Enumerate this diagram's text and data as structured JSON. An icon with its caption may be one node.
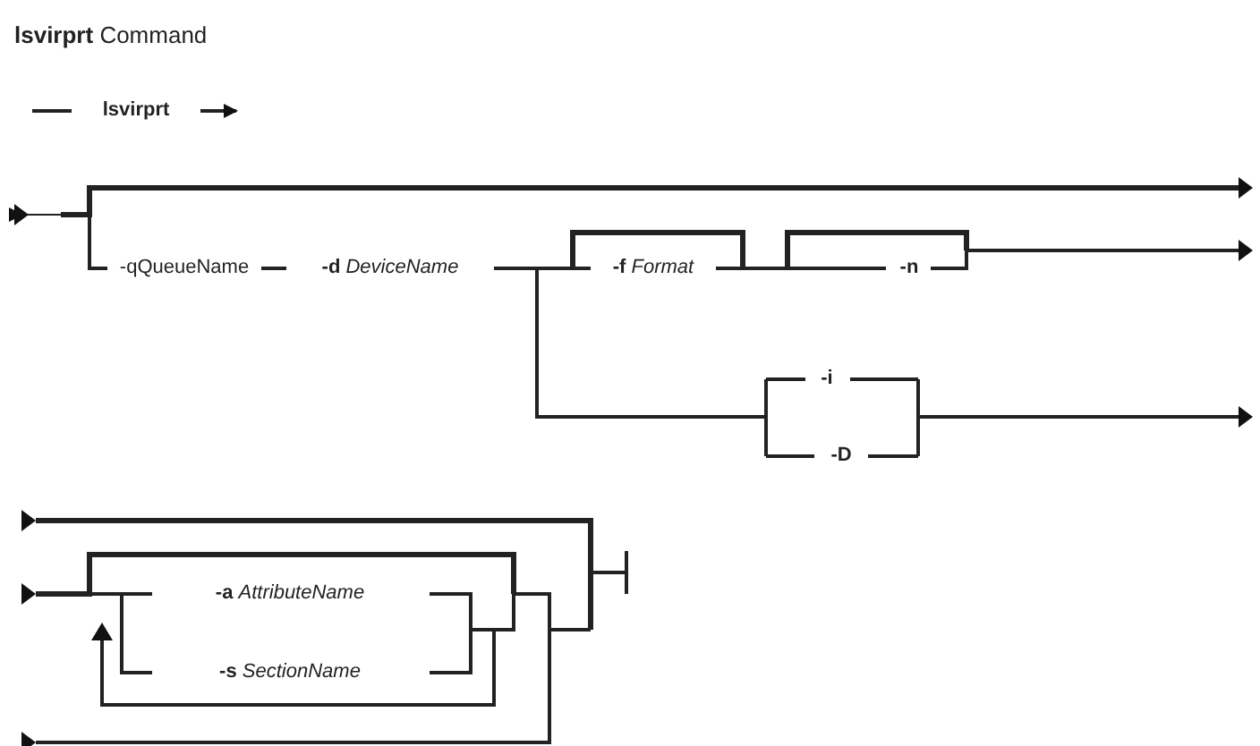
{
  "diagram": {
    "title": "**lsvirprt** Command",
    "labels": [
      "lsvirprt",
      "-qQueueName",
      "**-d** *DeviceName*",
      "**-f** *Format*",
      "**-n**",
      "**-i**",
      "**-D**",
      "**-a** *AttributeName*",
      "**-s** *SectionName*"
    ]
  }
}
